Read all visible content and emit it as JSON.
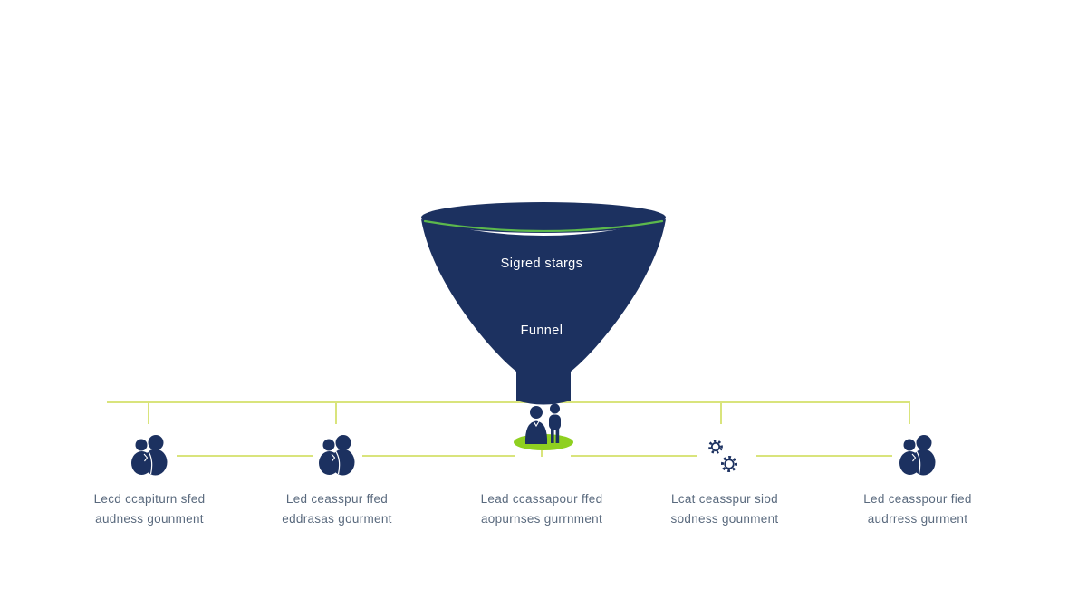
{
  "diagram": {
    "funnel": {
      "label_top": "Sigred stargs",
      "label_bottom": "Funnel"
    },
    "stages": [
      {
        "icon": "people-group-icon",
        "line1": "Lecd ccapiturn sfed",
        "line2": "audness gounment"
      },
      {
        "icon": "people-group-icon",
        "line1": "Led ceasspur ffed",
        "line2": "eddrasas gourment"
      },
      {
        "icon": "people-standing-pair-icon",
        "line1": "Lead ccassapour ffed",
        "line2": "aopurnses gurrnment"
      },
      {
        "icon": "gears-icon",
        "line1": "Lcat ceasspur siod",
        "line2": "sodness gounment"
      },
      {
        "icon": "people-group-icon",
        "line1": "Led ceasspour fied",
        "line2": "audrress gurment"
      }
    ],
    "colors": {
      "funnel_navy": "#1c3160",
      "rim_line_green": "#5cb84c",
      "platform_lime": "#8fd020",
      "connector_yellow_green": "#d9e47c",
      "label_text": "#5a6a7e"
    }
  }
}
